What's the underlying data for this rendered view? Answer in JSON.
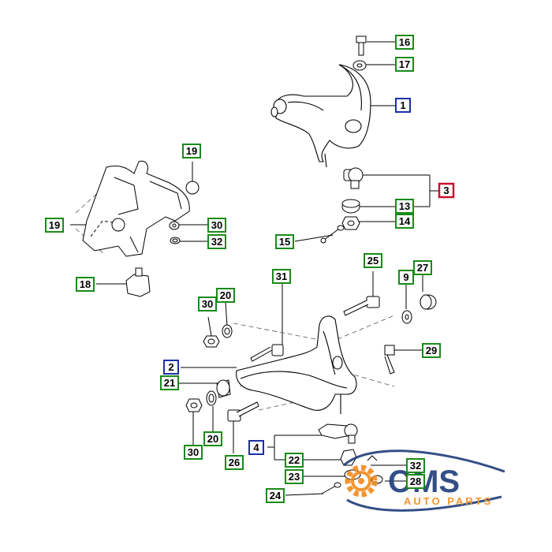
{
  "diagram": {
    "callouts": [
      {
        "id": "l16",
        "text": "16",
        "type": "green"
      },
      {
        "id": "l17",
        "text": "17",
        "type": "green"
      },
      {
        "id": "l1",
        "text": "1",
        "type": "blue"
      },
      {
        "id": "l3",
        "text": "3",
        "type": "red"
      },
      {
        "id": "l13",
        "text": "13",
        "type": "green"
      },
      {
        "id": "l14",
        "text": "14",
        "type": "green"
      },
      {
        "id": "l15",
        "text": "15",
        "type": "green"
      },
      {
        "id": "l19a",
        "text": "19",
        "type": "green"
      },
      {
        "id": "l19b",
        "text": "19",
        "type": "green"
      },
      {
        "id": "l30a",
        "text": "30",
        "type": "green"
      },
      {
        "id": "l32a",
        "text": "32",
        "type": "green"
      },
      {
        "id": "l18",
        "text": "18",
        "type": "green"
      },
      {
        "id": "l31",
        "text": "31",
        "type": "green"
      },
      {
        "id": "l25",
        "text": "25",
        "type": "green"
      },
      {
        "id": "l9",
        "text": "9",
        "type": "green"
      },
      {
        "id": "l27",
        "text": "27",
        "type": "green"
      },
      {
        "id": "l30b",
        "text": "30",
        "type": "green"
      },
      {
        "id": "l20a",
        "text": "20",
        "type": "green"
      },
      {
        "id": "l29",
        "text": "29",
        "type": "green"
      },
      {
        "id": "l2",
        "text": "2",
        "type": "blue"
      },
      {
        "id": "l21",
        "text": "21",
        "type": "green"
      },
      {
        "id": "l30c",
        "text": "30",
        "type": "green"
      },
      {
        "id": "l20b",
        "text": "20",
        "type": "green"
      },
      {
        "id": "l26",
        "text": "26",
        "type": "green"
      },
      {
        "id": "l4",
        "text": "4",
        "type": "blue"
      },
      {
        "id": "l22",
        "text": "22",
        "type": "green"
      },
      {
        "id": "l23",
        "text": "23",
        "type": "green"
      },
      {
        "id": "l32b",
        "text": "32",
        "type": "green"
      },
      {
        "id": "l28",
        "text": "28",
        "type": "green"
      },
      {
        "id": "l24",
        "text": "24",
        "type": "green"
      }
    ]
  },
  "watermark": {
    "brand": "OMS",
    "tagline": "AUTO PARTS"
  },
  "colors": {
    "green_border": "#1a8a1a",
    "blue_border": "#1c2fa8",
    "red_border": "#c8102e",
    "orange": "#f28a1c",
    "wm_blue": "#1f3d7a"
  }
}
